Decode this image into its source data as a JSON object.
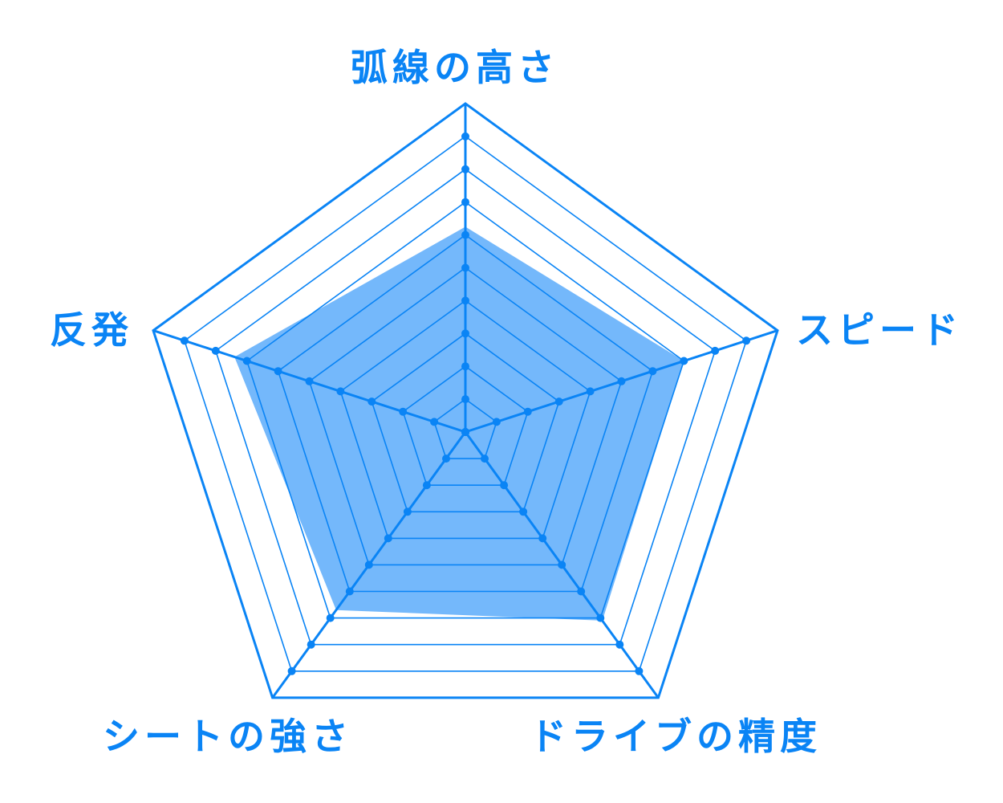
{
  "chart_data": {
    "type": "radar",
    "title": "",
    "categories": [
      "弧線の高さ",
      "スピード",
      "ドライブの精度",
      "シートの強さ",
      "反発"
    ],
    "series": [
      {
        "name": "",
        "values": [
          6.25,
          7.0,
          7.1,
          6.7,
          7.4
        ]
      }
    ],
    "rlim": [
      0,
      10
    ],
    "rings": 10,
    "grid": true,
    "legend": "none"
  },
  "colors": {
    "line": "#0a84f5",
    "fill": "#74b8fb",
    "label": "#0a84f5",
    "background": "#ffffff"
  },
  "labels": {
    "top": "弧線の高さ",
    "right": "スピード",
    "bottom_right": "ドライブの精度",
    "bottom_left": "シートの強さ",
    "left": "反発"
  }
}
